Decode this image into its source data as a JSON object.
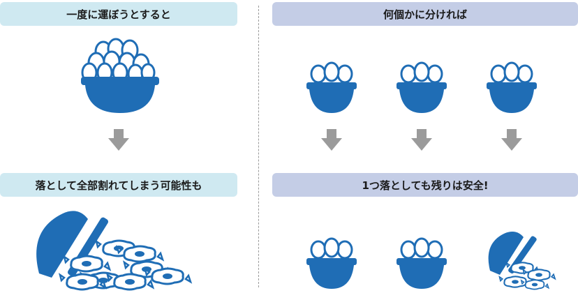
{
  "left": {
    "top_label": "一度に運ぼうとすると",
    "bottom_label": "落として全部割れてしまう可能性も"
  },
  "right": {
    "top_label": "何個かに分ければ",
    "bottom_label": "1つ落としても残りは安全!"
  },
  "colors": {
    "bowl": "#1f6db5",
    "egg_fill": "#ffffff",
    "arrow": "#9b9b9b",
    "left_banner": "#cfe9f1",
    "right_banner": "#c4cde6"
  }
}
